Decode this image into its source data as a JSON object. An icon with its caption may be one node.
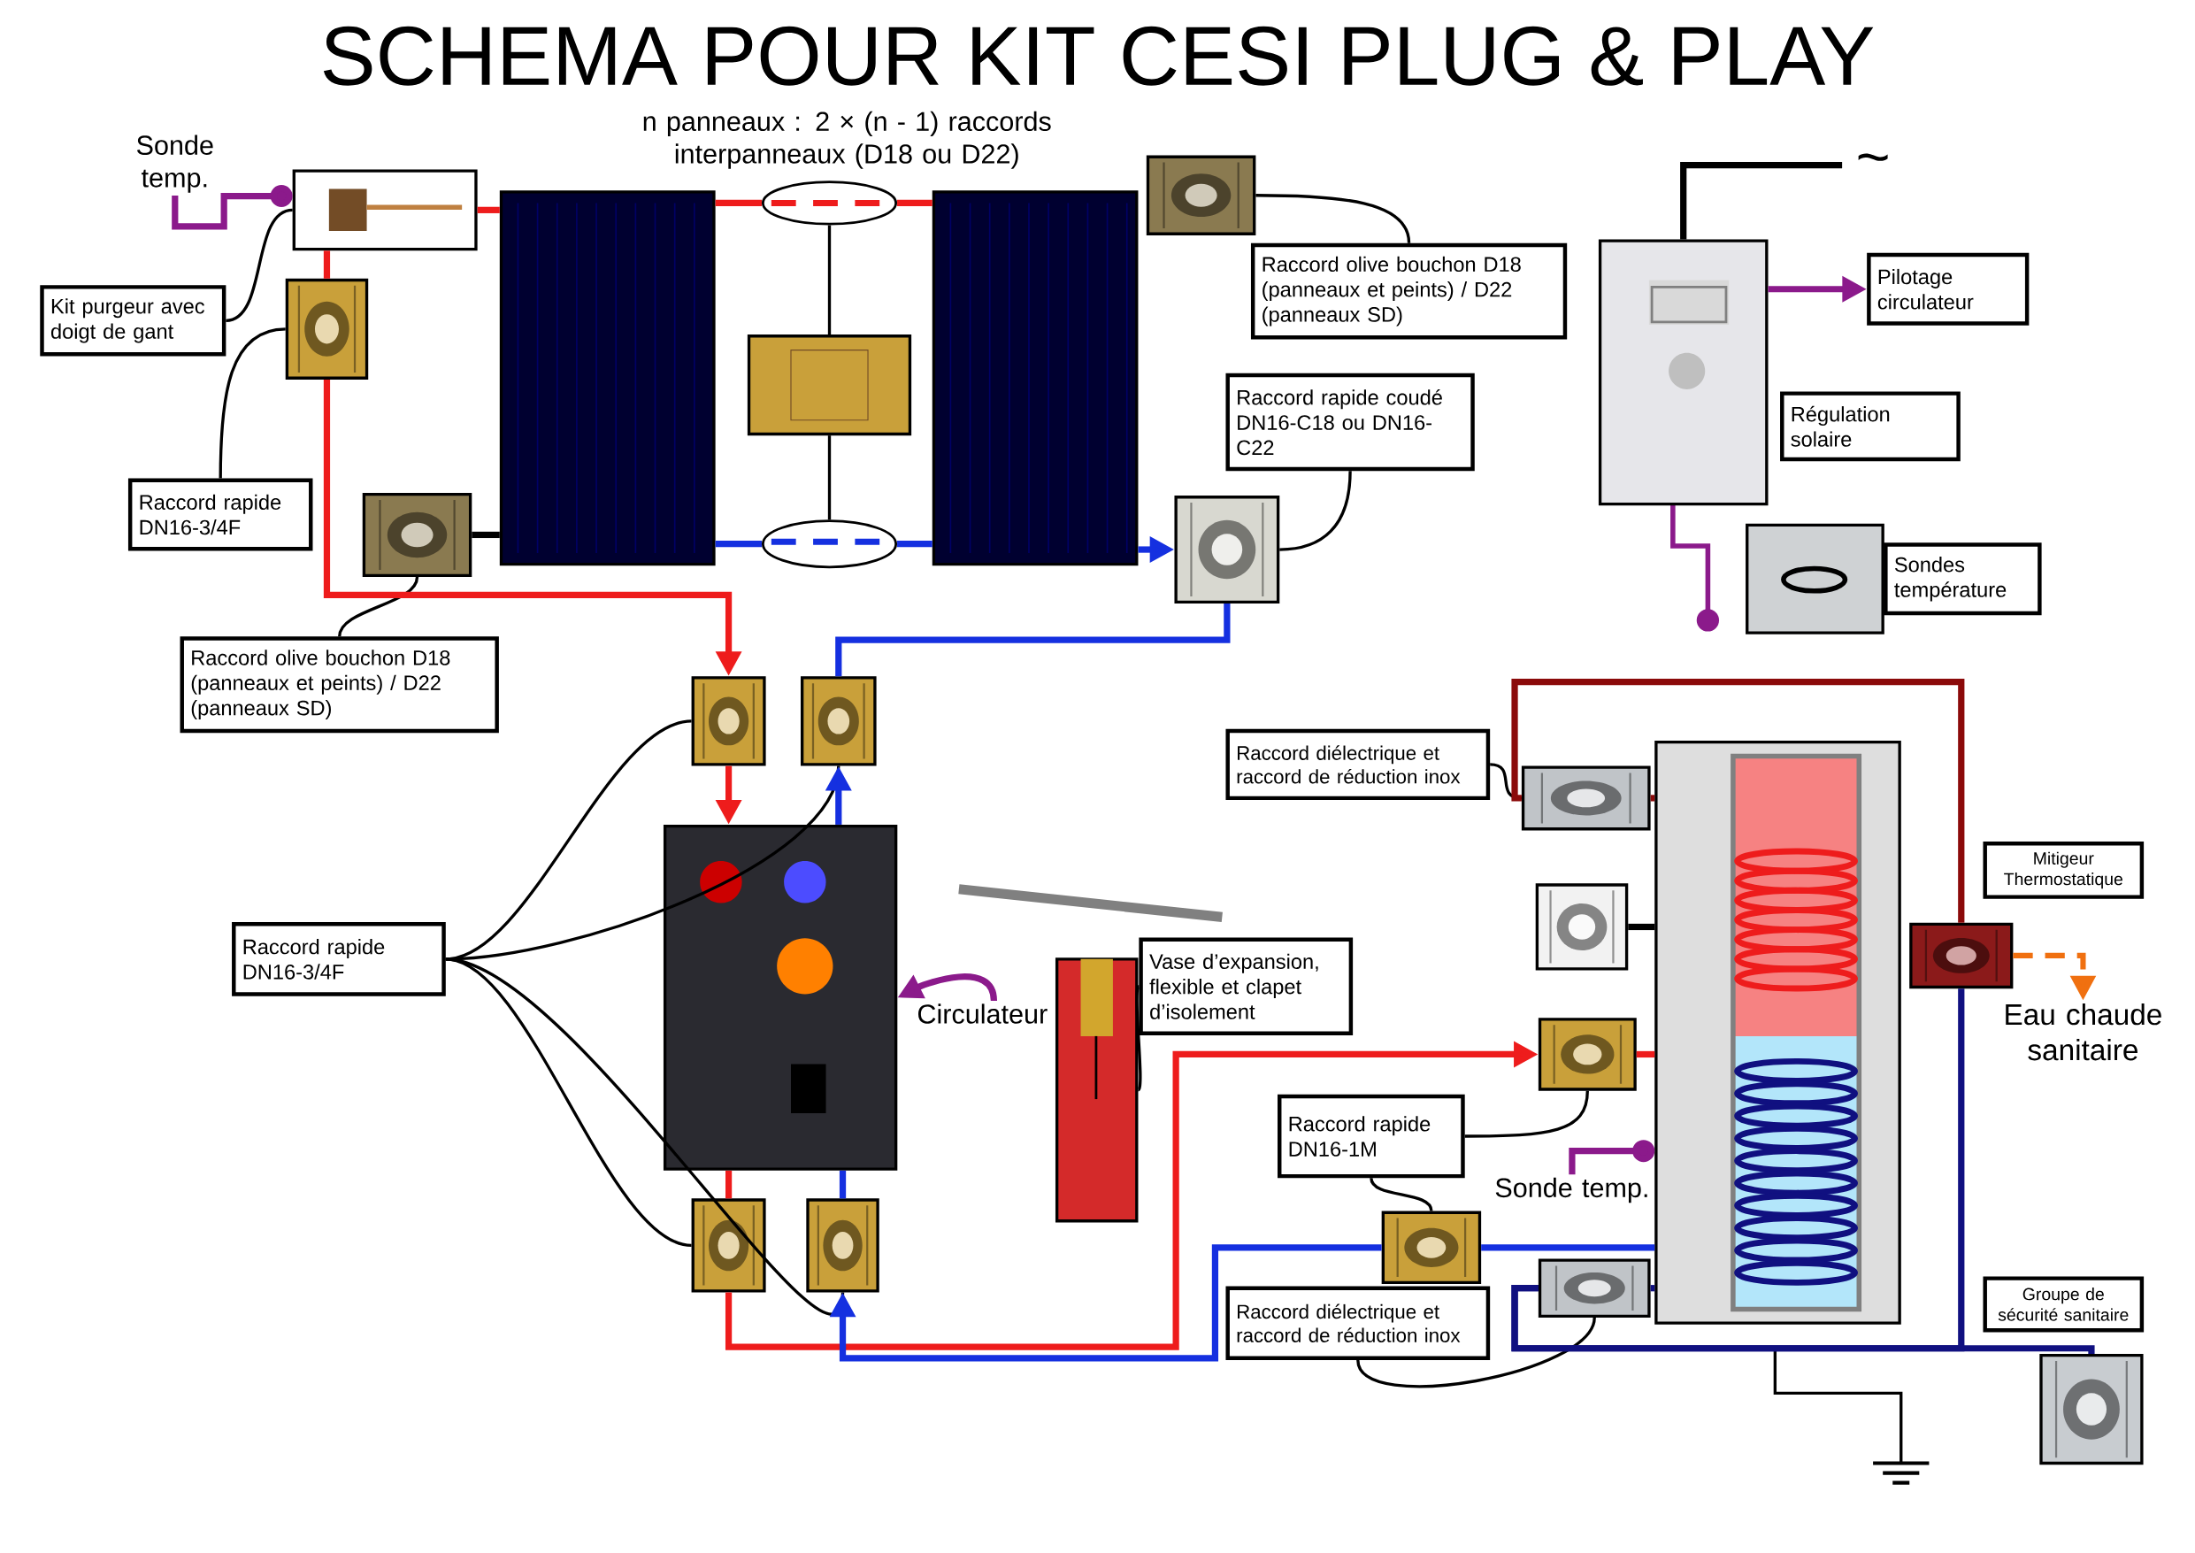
{
  "diagram": {
    "title": "SCHEMA POUR KIT CESI PLUG & PLAY",
    "nodes": [
      {
        "text": [
          "Kit purgeur avec doigt de gant"
        ]
      },
      {
        "text": [
          "Raccord rapide DN16-3/4F"
        ]
      },
      {
        "text": [
          "Raccord olive bouchon D18 (panneaux et peints) / D22 (panneaux SD)"
        ]
      },
      {
        "text": [
          "Raccord olive bouchon D18 (panneaux et peints) / D22 (panneaux SD)"
        ]
      },
      {
        "text": [
          "Raccord rapide coudé DN16-C18 ou DN16-C22"
        ]
      },
      {
        "text": [
          "Pilotage circulateur"
        ]
      },
      {
        "text": [
          "Régulation solaire"
        ]
      },
      {
        "text": [
          "Sondes température"
        ]
      },
      {
        "text": [
          "Raccord diélectrique et raccord de réduction inox"
        ]
      },
      {
        "text": [
          "Raccord rapide DN16-3/4F"
        ]
      },
      {
        "text": [
          "Vase d’expansion, flexible et clapet d’isolement"
        ]
      },
      {
        "text": [
          "Mitigeur Thermostatique"
        ]
      },
      {
        "text": [
          "Raccord rapide DN16-1M"
        ]
      },
      {
        "text": [
          "Raccord diélectrique et raccord de réduction inox"
        ]
      },
      {
        "text": [
          "Groupe de sécurité sanitaire"
        ]
      },
      {
        "text": [],
        "shape": "picture"
      },
      {
        "text": [],
        "shape": "picture"
      },
      {
        "text": [],
        "shape": "picture"
      },
      {
        "text": [],
        "shape": "picture"
      },
      {
        "text": [],
        "shape": "picture"
      },
      {
        "text": [],
        "shape": "picture"
      },
      {
        "text": [],
        "shape": "picture"
      },
      {
        "text": [],
        "shape": "picture"
      },
      {
        "text": [],
        "shape": "picture"
      },
      {
        "text": [],
        "shape": "picture"
      },
      {
        "text": [],
        "shape": "picture"
      },
      {
        "text": [],
        "shape": "picture"
      },
      {
        "text": [],
        "shape": "picture"
      },
      {
        "text": [],
        "shape": "picture"
      },
      {
        "text": [],
        "shape": "picture"
      },
      {
        "text": [],
        "shape": "picture"
      },
      {
        "text": [],
        "shape": "picture"
      },
      {
        "text": [],
        "shape": "picture"
      },
      {
        "text": [],
        "shape": "ellipse"
      },
      {
        "text": [],
        "shape": "picture"
      },
      {
        "text": [],
        "shape": "ellipse"
      },
      {
        "text": [
          "Circulateur"
        ]
      },
      {
        "text": [],
        "shape": "picture"
      },
      {
        "text": [],
        "shape": "picture"
      },
      {
        "text": [],
        "shape": "cylinder"
      },
      {
        "text": [],
        "shape": "picture"
      },
      {
        "text": [],
        "shape": "picture"
      },
      {
        "text": [
          "Eau chaude sanitaire"
        ]
      },
      {
        "text": [
          "~"
        ]
      },
      {
        "text": [
          "Sonde temp."
        ]
      },
      {
        "text": [
          "Sonde temp."
        ]
      },
      {
        "text": [],
        "shape": "ground"
      }
    ],
    "edges": [
      {
        "from": 0,
        "to": 15,
        "arrow": "none"
      },
      {
        "from": 1,
        "to": 16,
        "arrow": "none"
      },
      {
        "from": 2,
        "to": 17,
        "arrow": "none"
      },
      {
        "from": 3,
        "to": 18,
        "arrow": "none"
      },
      {
        "from": 4,
        "to": 19,
        "arrow": "none"
      },
      {
        "from": 9,
        "to": 23,
        "arrow": "none"
      },
      {
        "from": 9,
        "to": 24,
        "arrow": "none"
      },
      {
        "from": 9,
        "to": 25,
        "arrow": "none"
      },
      {
        "from": 9,
        "to": 26,
        "arrow": "none"
      },
      {
        "from": 10,
        "to": 27,
        "arrow": "none"
      },
      {
        "from": 12,
        "to": 28,
        "arrow": "none"
      },
      {
        "from": 12,
        "to": 29,
        "arrow": "none"
      },
      {
        "from": 13,
        "to": 30,
        "arrow": "none"
      },
      {
        "from": 8,
        "to": 22,
        "arrow": "none"
      },
      {
        "from": 33,
        "to": 34,
        "arrow": "none"
      },
      {
        "from": 34,
        "to": 35,
        "arrow": "none"
      },
      {
        "from": 36,
        "to": 37,
        "arrow": "to",
        "color": "#8b1a8b"
      },
      {
        "from": 15,
        "to": 16,
        "arrow": "none",
        "color": "#ee1c1c"
      },
      {
        "from": 16,
        "to": 23,
        "arrow": "to",
        "color": "#ee1c1c"
      },
      {
        "from": 24,
        "to": 19,
        "arrow": "none",
        "color": "#1530e0"
      },
      {
        "from": 23,
        "to": 37,
        "arrow": "to",
        "color": "#ee1c1c"
      },
      {
        "from": 37,
        "to": 24,
        "arrow": "to",
        "color": "#1530e0"
      },
      {
        "from": 37,
        "to": 25,
        "arrow": "none",
        "color": "#ee1c1c"
      },
      {
        "from": 37,
        "to": 26,
        "arrow": "none",
        "color": "#1530e0"
      },
      {
        "from": 25,
        "to": 28,
        "arrow": "to",
        "color": "#ee1c1c"
      },
      {
        "from": 29,
        "to": 26,
        "arrow": "to",
        "color": "#1530e0"
      },
      {
        "from": 22,
        "to": 31,
        "arrow": "none",
        "color": "#8b0a0a"
      },
      {
        "from": 30,
        "to": 32,
        "arrow": "none",
        "color": "#101080"
      },
      {
        "from": 30,
        "to": 31,
        "arrow": "none",
        "color": "#101080"
      },
      {
        "from": 20,
        "to": 5,
        "arrow": "to",
        "color": "#8b1a8b"
      },
      {
        "from": 28,
        "to": 39,
        "arrow": "none",
        "color": "#ee1c1c"
      },
      {
        "from": 29,
        "to": 39,
        "arrow": "none",
        "color": "#1530e0"
      },
      {
        "from": 22,
        "to": 39,
        "arrow": "none",
        "color": "#8b0a0a"
      },
      {
        "from": 30,
        "to": 39,
        "arrow": "none",
        "color": "#101080"
      },
      {
        "from": 38,
        "to": 39,
        "arrow": "none",
        "color": "#000000"
      },
      {
        "from": 15,
        "to": 40,
        "arrow": "none",
        "color": "#ee1c1c"
      },
      {
        "from": 40,
        "to": 33,
        "arrow": "none",
        "color": "#ee1c1c"
      },
      {
        "from": 40,
        "to": 35,
        "arrow": "none",
        "color": "#1530e0"
      },
      {
        "from": 41,
        "to": 19,
        "arrow": "to",
        "color": "#1530e0"
      },
      {
        "from": 17,
        "to": 40,
        "arrow": "none",
        "color": "#000000"
      },
      {
        "from": 31,
        "to": 42,
        "arrow": "to",
        "style": "dashed",
        "color": "#f07010"
      },
      {
        "from": 33,
        "to": 41,
        "arrow": "none",
        "color": "#ee1c1c"
      },
      {
        "from": 35,
        "to": 41,
        "arrow": "none",
        "color": "#1530e0"
      },
      {
        "from": 20,
        "to": 43,
        "arrow": "none",
        "color": "#000000"
      },
      {
        "from": 44,
        "to": 15,
        "arrow": "other",
        "color": "#8b1a8b"
      },
      {
        "from": 45,
        "to": 39,
        "arrow": "other",
        "color": "#8b1a8b"
      },
      {
        "from": 30,
        "to": 46,
        "arrow": "none"
      }
    ],
    "labels": [
      "n panneaux :  2 × (n - 1) raccords interpanneaux (D18 ou D22)"
    ]
  }
}
